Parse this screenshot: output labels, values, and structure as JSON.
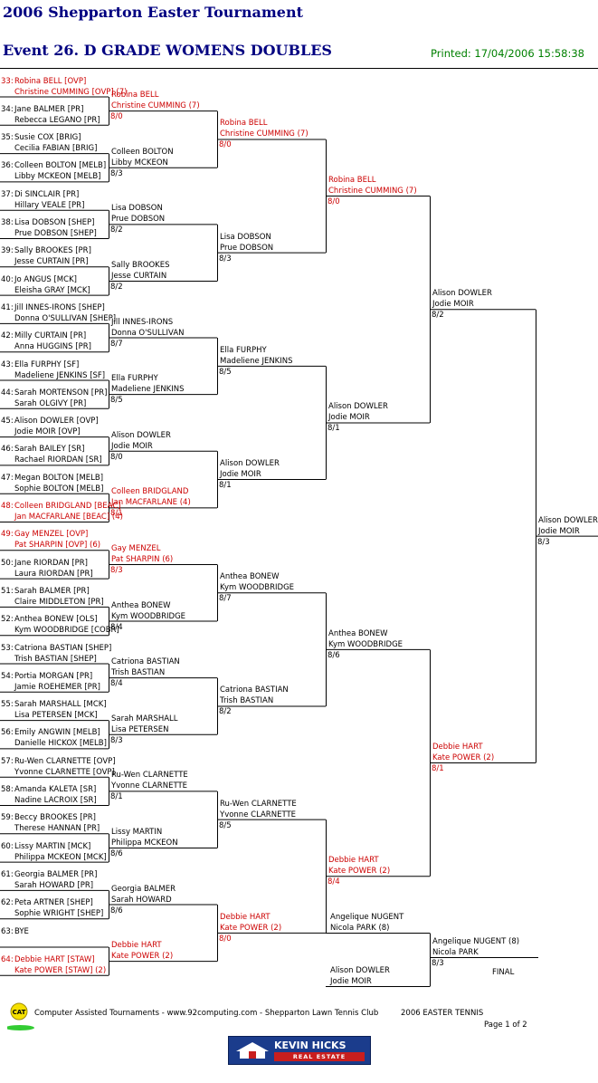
{
  "header": {
    "title": "2006 Shepparton Easter Tournament",
    "event": "Event 26. D GRADE WOMENS DOUBLES",
    "printed": "Printed: 17/04/2006 15:58:38"
  },
  "colors": {
    "title": "#000080",
    "printed": "#008000",
    "seed": "#cc0000",
    "text": "#000000"
  },
  "draw": [
    {
      "n": "33:",
      "a": "Robina BELL [OVP]",
      "b": "Christine CUMMING [OVP] (7)",
      "seed": true
    },
    {
      "n": "34:",
      "a": "Jane BALMER [PR]",
      "b": "Rebecca LEGANO [PR]"
    },
    {
      "n": "35:",
      "a": "Susie COX [BRIG]",
      "b": "Cecilia FABIAN [BRIG]"
    },
    {
      "n": "36:",
      "a": "Colleen BOLTON [MELB]",
      "b": "Libby MCKEON [MELB]"
    },
    {
      "n": "37:",
      "a": "Di SINCLAIR [PR]",
      "b": "Hillary VEALE [PR]"
    },
    {
      "n": "38:",
      "a": "Lisa DOBSON [SHEP]",
      "b": "Prue DOBSON [SHEP]"
    },
    {
      "n": "39:",
      "a": "Sally BROOKES [PR]",
      "b": "Jesse CURTAIN [PR]"
    },
    {
      "n": "40:",
      "a": "Jo ANGUS [MCK]",
      "b": "Eleisha GRAY [MCK]"
    },
    {
      "n": "41:",
      "a": "Jill INNES-IRONS [SHEP]",
      "b": "Donna O'SULLIVAN [SHEP]"
    },
    {
      "n": "42:",
      "a": "Milly CURTAIN [PR]",
      "b": "Anna HUGGINS [PR]"
    },
    {
      "n": "43:",
      "a": "Ella FURPHY [SF]",
      "b": "Madeliene JENKINS [SF]"
    },
    {
      "n": "44:",
      "a": "Sarah MORTENSON [PR]",
      "b": "Sarah OLGIVY [PR]"
    },
    {
      "n": "45:",
      "a": "Alison DOWLER [OVP]",
      "b": "Jodie MOIR [OVP]"
    },
    {
      "n": "46:",
      "a": "Sarah BAILEY [SR]",
      "b": "Rachael RIORDAN [SR]"
    },
    {
      "n": "47:",
      "a": "Megan BOLTON [MELB]",
      "b": "Sophie BOLTON [MELB]"
    },
    {
      "n": "48:",
      "a": "Colleen BRIDGLAND [BEAC]",
      "b": "Jan MACFARLANE [BEAC] (4)",
      "seed": true
    },
    {
      "n": "49:",
      "a": "Gay MENZEL [OVP]",
      "b": "Pat SHARPIN [OVP] (6)",
      "seed": true
    },
    {
      "n": "50:",
      "a": "Jane RIORDAN [PR]",
      "b": "Laura RIORDAN [PR]"
    },
    {
      "n": "51:",
      "a": "Sarah BALMER [PR]",
      "b": "Claire MIDDLETON [PR]"
    },
    {
      "n": "52:",
      "a": "Anthea BONEW [OLS]",
      "b": "Kym WOODBRIDGE [COBR]"
    },
    {
      "n": "53:",
      "a": "Catriona BASTIAN [SHEP]",
      "b": "Trish BASTIAN [SHEP]"
    },
    {
      "n": "54:",
      "a": "Portia MORGAN [PR]",
      "b": "Jamie ROEHEMER [PR]"
    },
    {
      "n": "55:",
      "a": "Sarah MARSHALL [MCK]",
      "b": "Lisa PETERSEN [MCK]"
    },
    {
      "n": "56:",
      "a": "Emily ANGWIN [MELB]",
      "b": "Danielle HICKOX [MELB]"
    },
    {
      "n": "57:",
      "a": "Ru-Wen CLARNETTE [OVP]",
      "b": "Yvonne CLARNETTE [OVP]"
    },
    {
      "n": "58:",
      "a": "Amanda KALETA [SR]",
      "b": "Nadine LACROIX [SR]"
    },
    {
      "n": "59:",
      "a": "Beccy BROOKES [PR]",
      "b": "Therese HANNAN [PR]"
    },
    {
      "n": "60:",
      "a": "Lissy MARTIN [MCK]",
      "b": "Philippa MCKEON [MCK]"
    },
    {
      "n": "61:",
      "a": "Georgia BALMER [PR]",
      "b": "Sarah HOWARD [PR]"
    },
    {
      "n": "62:",
      "a": "Peta ARTNER [SHEP]",
      "b": "Sophie WRIGHT [SHEP]"
    },
    {
      "n": "63:",
      "a": "BYE",
      "b": ""
    },
    {
      "n": "64:",
      "a": "Debbie HART [STAW]",
      "b": "Kate POWER [STAW] (2)",
      "seed": true
    }
  ],
  "round2": [
    {
      "a": "Robina BELL",
      "b": "Christine CUMMING (7)",
      "s": "8/0",
      "seed": true
    },
    {
      "a": "Colleen BOLTON",
      "b": "Libby MCKEON",
      "s": "8/3"
    },
    {
      "a": "Lisa DOBSON",
      "b": "Prue DOBSON",
      "s": "8/2"
    },
    {
      "a": "Sally BROOKES",
      "b": "Jesse CURTAIN",
      "s": "8/2"
    },
    {
      "a": "Jill INNES-IRONS",
      "b": "Donna O'SULLIVAN",
      "s": "8/7"
    },
    {
      "a": "Ella FURPHY",
      "b": "Madeliene JENKINS",
      "s": "8/5"
    },
    {
      "a": "Alison DOWLER",
      "b": "Jodie MOIR",
      "s": "8/0"
    },
    {
      "a": "Colleen BRIDGLAND",
      "b": "Jan MACFARLANE (4)",
      "s": "8/1",
      "seed": true
    },
    {
      "a": "Gay MENZEL",
      "b": "Pat SHARPIN (6)",
      "s": "8/3",
      "seed": true
    },
    {
      "a": "Anthea BONEW",
      "b": "Kym WOODBRIDGE",
      "s": "8/4"
    },
    {
      "a": "Catriona BASTIAN",
      "b": "Trish BASTIAN",
      "s": "8/4"
    },
    {
      "a": "Sarah MARSHALL",
      "b": "Lisa PETERSEN",
      "s": "8/3"
    },
    {
      "a": "Ru-Wen CLARNETTE",
      "b": "Yvonne CLARNETTE",
      "s": "8/1"
    },
    {
      "a": "Lissy MARTIN",
      "b": "Philippa MCKEON",
      "s": "8/6"
    },
    {
      "a": "Georgia BALMER",
      "b": "Sarah HOWARD",
      "s": "8/6"
    },
    {
      "a": "Debbie HART",
      "b": "Kate POWER (2)",
      "s": "",
      "seed": true
    }
  ],
  "round3": [
    {
      "a": "Robina BELL",
      "b": "Christine CUMMING (7)",
      "s": "8/0",
      "seed": true
    },
    {
      "a": "Lisa DOBSON",
      "b": "Prue DOBSON",
      "s": "8/3"
    },
    {
      "a": "Ella FURPHY",
      "b": "Madeliene JENKINS",
      "s": "8/5"
    },
    {
      "a": "Alison DOWLER",
      "b": "Jodie MOIR",
      "s": "8/1"
    },
    {
      "a": "Anthea BONEW",
      "b": "Kym WOODBRIDGE",
      "s": "8/7"
    },
    {
      "a": "Catriona BASTIAN",
      "b": "Trish BASTIAN",
      "s": "8/2"
    },
    {
      "a": "Ru-Wen CLARNETTE",
      "b": "Yvonne CLARNETTE",
      "s": "8/5"
    },
    {
      "a": "Debbie HART",
      "b": "Kate POWER (2)",
      "s": "8/0",
      "seed": true
    }
  ],
  "round4": [
    {
      "a": "Robina BELL",
      "b": "Christine CUMMING (7)",
      "s": "8/0",
      "seed": true
    },
    {
      "a": "Alison DOWLER",
      "b": "Jodie MOIR",
      "s": "8/1"
    },
    {
      "a": "Anthea BONEW",
      "b": "Kym WOODBRIDGE",
      "s": "8/6"
    },
    {
      "a": "Debbie HART",
      "b": "Kate POWER (2)",
      "s": "8/4",
      "seed": true
    }
  ],
  "round5": [
    {
      "a": "Alison DOWLER",
      "b": "Jodie MOIR",
      "s": "8/2"
    },
    {
      "a": "Debbie HART",
      "b": "Kate POWER (2)",
      "s": "8/1",
      "seed": true
    }
  ],
  "round6": [
    {
      "a": "Alison DOWLER",
      "b": "Jodie MOIR",
      "s": "8/3"
    }
  ],
  "playoff": [
    {
      "a": "Angelique NUGENT",
      "b": "Nicola PARK (8)",
      "s": ""
    },
    {
      "a": "Alison DOWLER",
      "b": "Jodie MOIR",
      "s": ""
    }
  ],
  "playoff_winner": {
    "a": "Angelique NUGENT (8)",
    "b": "Nicola PARK",
    "s": "8/3"
  },
  "final_label": "FINAL",
  "footer": {
    "logo_text": "CAT",
    "text": "Computer Assisted Tournaments - www.92computing.com -  Shepparton Lawn Tennis Club",
    "event": "2006 EASTER TENNIS",
    "page": "Page 1 of 2",
    "banner_line1": "KEVIN HICKS",
    "banner_line2": "REAL ESTATE"
  }
}
